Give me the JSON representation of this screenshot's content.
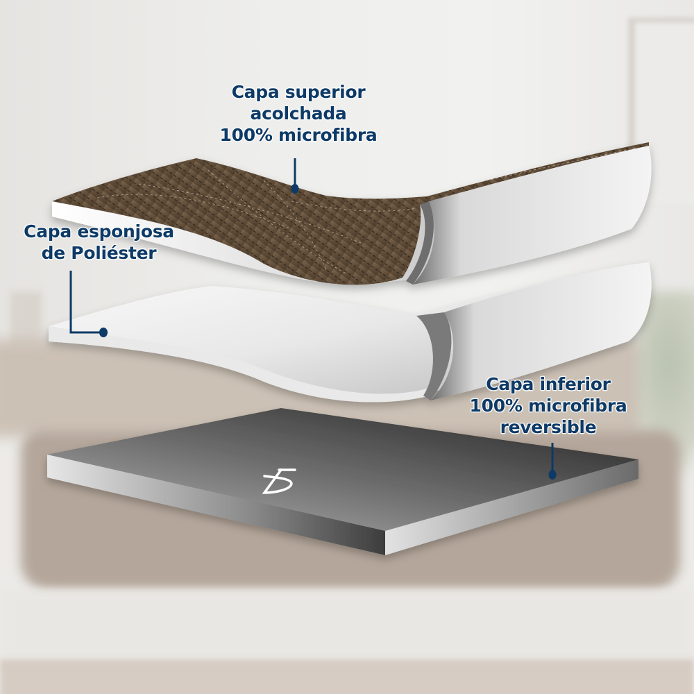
{
  "scene": {
    "description": "Exploded diagram of a three-layer quilted sofa protector cover over a blurred living room sofa background",
    "colors": {
      "label_text": "#0d3a66",
      "callout_line": "#0d3a66",
      "top_fabric": "#6b5640",
      "foam_layer": "#f2f2f2",
      "bottom_layer": "#555555",
      "background_wall": "#eeeeec",
      "background_sofa": "#b4a69a"
    }
  },
  "labels": {
    "top_layer": {
      "line1": "Capa superior",
      "line2": "acolchada",
      "line3": "100% microfibra"
    },
    "middle_layer": {
      "line1": "Capa esponjosa",
      "line2": "de Poliéster"
    },
    "bottom_layer": {
      "line1": "Capa inferior",
      "line2": "100% microfibra",
      "line3": "reversible"
    }
  },
  "logo": {
    "icon": "brand-logo-icon",
    "glyph": "Ƃ"
  }
}
